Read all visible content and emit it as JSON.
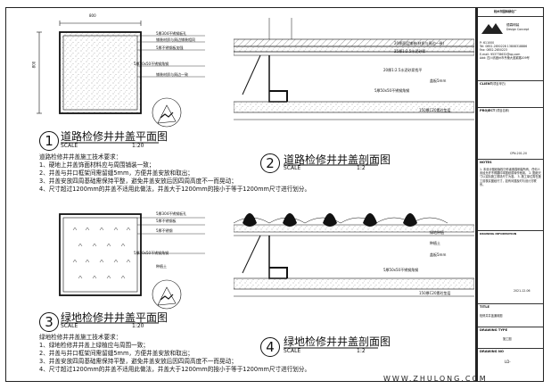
{
  "drawing1": {
    "number": "1",
    "title": "道路检修井井盖平面图",
    "scale_label": "SCALE",
    "scale_value": "1:20",
    "dim_top": "800",
    "dim_left": "800",
    "callouts": [
      "5厚304不锈钢板孔",
      "铺装材质与周边铺装相同",
      "5厚不锈钢板加强",
      "5厚50x50不锈钢角钢",
      "铺装材质与周边一致"
    ]
  },
  "drawing2": {
    "number": "2",
    "title": "道路检修井井盖剖面图",
    "scale_label": "SCALE",
    "scale_value": "1:2",
    "callouts": [
      "20厚面层铺装(材质与周边一致)",
      "25厚1:2.5水泥砂浆",
      "20厚1:2.5水泥砂浆找平",
      "盖板5mm",
      "5厚50x50不锈钢角钢",
      "150厚C20素砼垫层"
    ]
  },
  "drawing3": {
    "number": "3",
    "title": "绿地检修井井盖平面图",
    "scale_label": "SCALE",
    "scale_value": "1:20",
    "callouts": [
      "5厚304不锈钢板孔",
      "5厚不锈钢板",
      "5厚50x50不锈钢角钢",
      "5厚不锈钢",
      "种植土"
    ]
  },
  "drawing4": {
    "number": "4",
    "title": "绿地检修井井盖剖面图",
    "scale_label": "SCALE",
    "scale_value": "1:2",
    "callouts": [
      "绿地种植",
      "种植土",
      "盖板5mm",
      "5厚50x50不锈钢角钢",
      "150厚C20素砼垫层"
    ]
  },
  "notes_road": {
    "heading": "道路检修井井盖施工技术要求：",
    "items": [
      "1、硬地上井盖饰面材料应与周围铺装一致；",
      "2、井盖与井口框架间需留缝5mm，方便井盖安放和取出；",
      "3、井盖安放四周基础需保持平整，避免井盖安放后因四周高度不一而晃动；",
      "4、尺寸超过1200mm的井盖不适用此做法，井盖大于1200mm的按小于等于1200mm尺寸进行划分。"
    ]
  },
  "notes_green": {
    "heading": "绿地检修井井盖施工技术要求：",
    "items": [
      "1、绿地检修井井盖上绿植应与周围一致；",
      "2、井盖与井口框架间需留缝5mm，方便井盖安放和取出；",
      "3、井盖安放四周基础需保持平整，避免井盖安放后因四周高度不一而晃动；",
      "4、尺寸超过1200mm的井盖不适用此做法，井盖大于1200mm的按小于等于1200mm尺寸进行划分。"
    ]
  },
  "titleblock": {
    "company": "杭州市园林绿化厂",
    "logo_name": "德霖明装",
    "logo_sub": "Design Concept",
    "contact": "P: 611000\nTel: 0852-2850228  13808318886\nFax: 0852-2850223\nE-mail: 953778632@qq.com\nAdd: 四川省眉州市丹棱大道某路209号",
    "client_label": "CLIENT",
    "client_value": "(项目甲方)",
    "project_label": "PROJECT",
    "project_value": "(项目名称)",
    "project_no": "CPN-201-20",
    "notes_label": "NOTES",
    "notes_text": "1. 本设计图纸版权归作者德霖明装所有，任何人未经允许不得翻印本图纸或转作他用。\n2. 图纸尺寸以实际施工现场尺寸为准。\n3. 施工单位需在施工前核实图纸尺寸，如有问题及时与设计方联系。",
    "drawing_info_label": "DRAWING INFORMATION",
    "date": "2021-12-06",
    "title_label": "TITLE",
    "title_value": "检修井井盖通用图",
    "drawing_type_label": "DRAWING TYPE",
    "drawing_type_value": "施工图",
    "drawing_no_label": "DRAWING NO",
    "drawing_no_value": "LD-"
  },
  "watermark": "WWW.ZHULONG.COM"
}
